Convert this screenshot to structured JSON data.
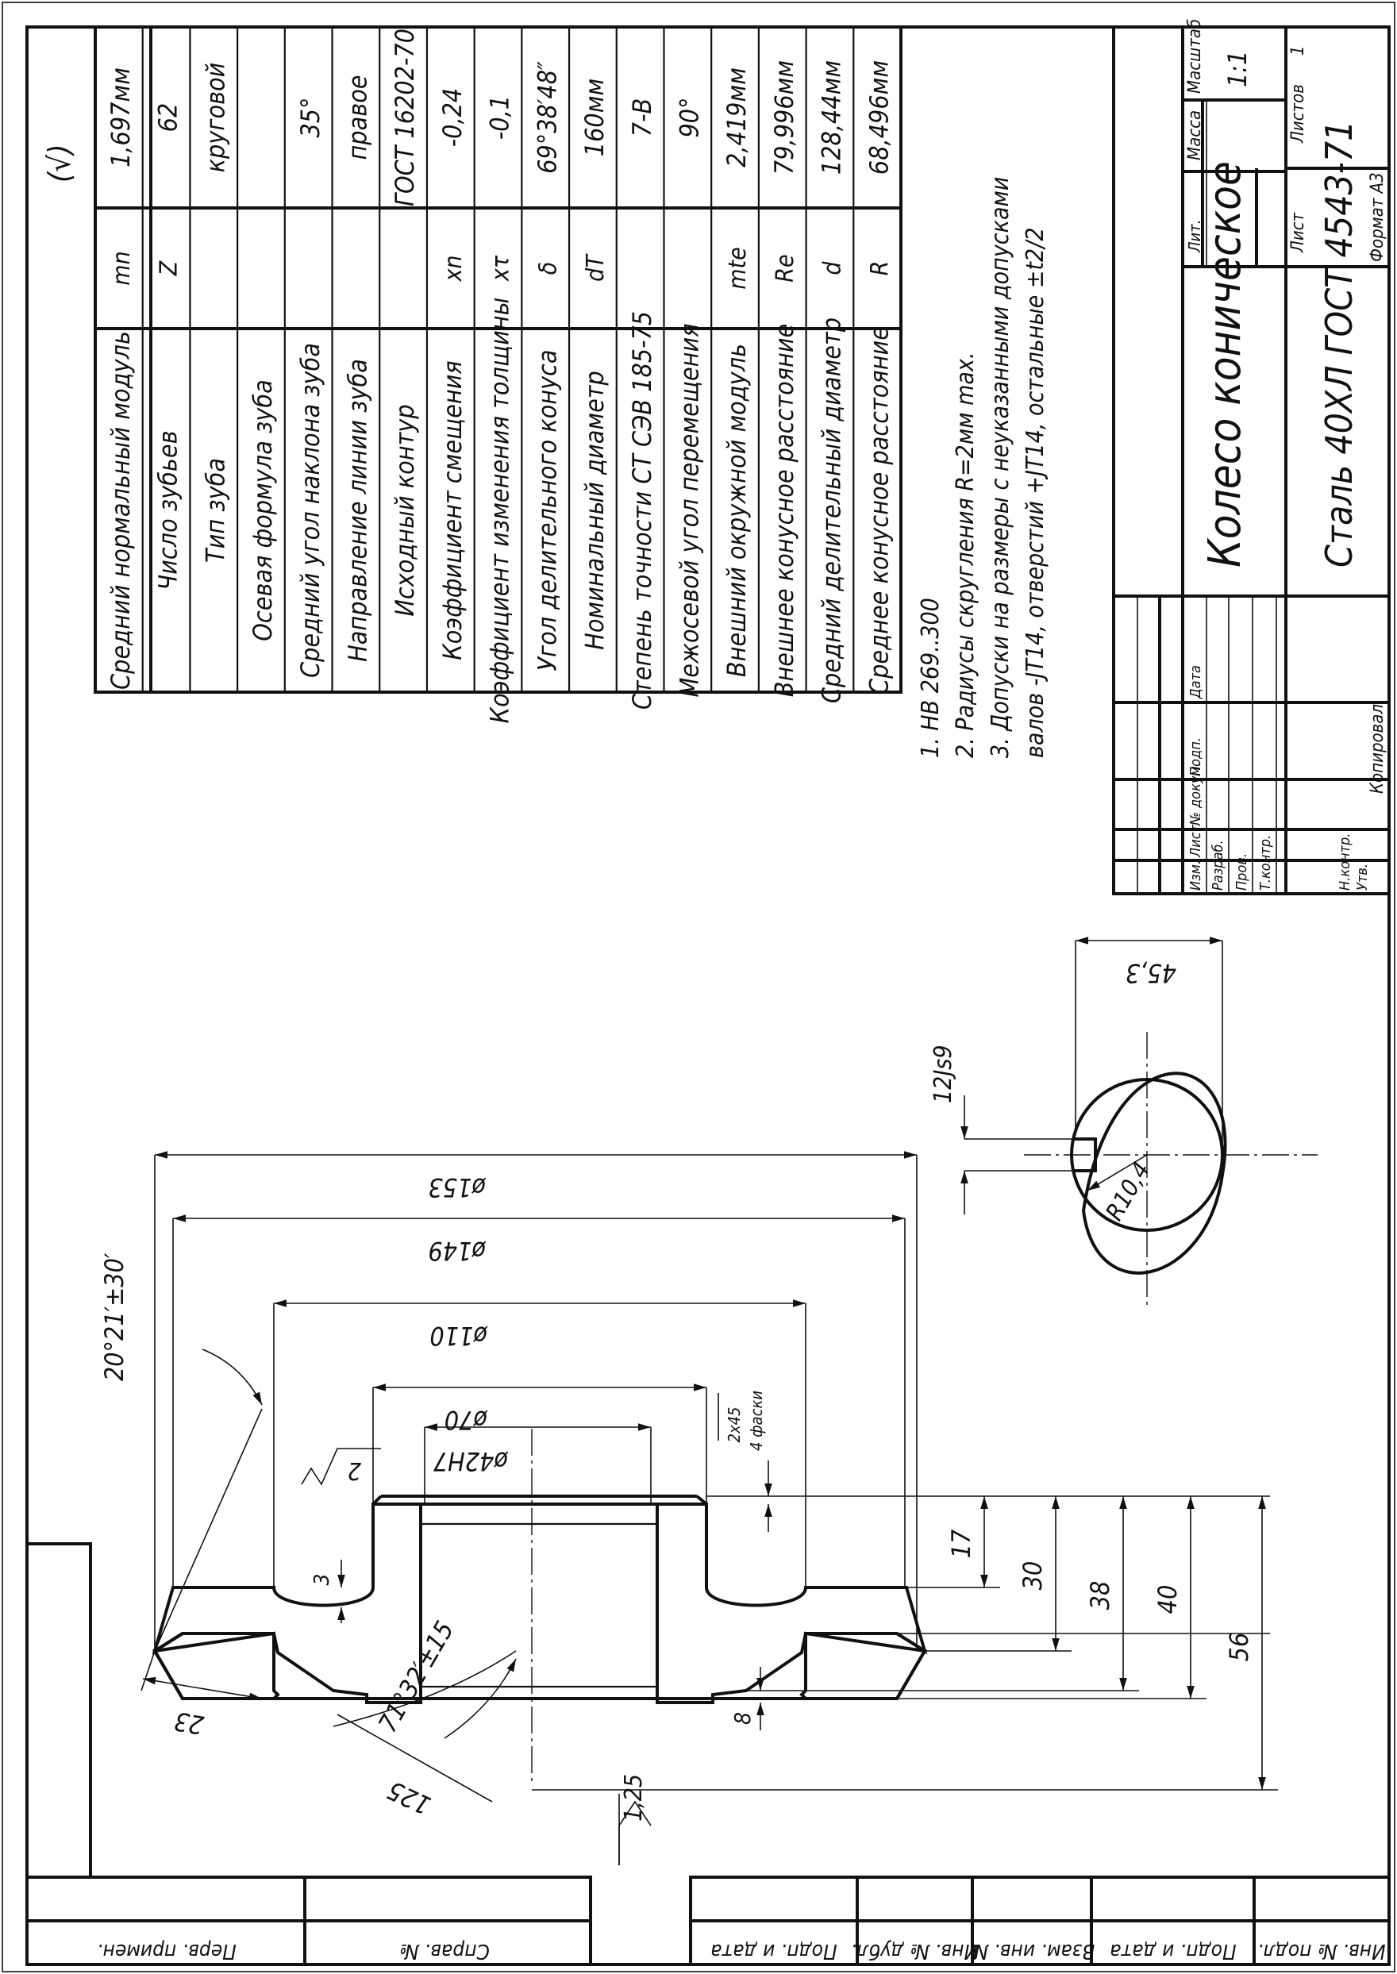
{
  "table": {
    "roughness": "(√)",
    "rows": [
      {
        "name": "Средний нормальный модуль",
        "sym": "mn",
        "val": "1,697мм"
      },
      {
        "name": "Число зубьев",
        "sym": "Z",
        "val": "62"
      },
      {
        "name": "Тип зуба",
        "sym": "",
        "val": "круговой"
      },
      {
        "name": "Осевая формула зуба",
        "sym": "",
        "val": ""
      },
      {
        "name": "Средний угол наклона зуба",
        "sym": "",
        "val": "35°"
      },
      {
        "name": "Направление линии зуба",
        "sym": "",
        "val": "правое"
      },
      {
        "name": "Исходный контур",
        "sym": "",
        "val": "ГОСТ 16202-70"
      },
      {
        "name": "Коэффициент смещения",
        "sym": "xn",
        "val": "-0,24"
      },
      {
        "name": "Коэффициент изменения толщины",
        "sym": "xτ",
        "val": "-0,1"
      },
      {
        "name": "Угол делительного конуса",
        "sym": "δ",
        "val": "69°38′48″"
      },
      {
        "name": "Номинальный диаметр",
        "sym": "dT",
        "val": "160мм"
      },
      {
        "name": "Степень точности СТ СЭВ 185-75",
        "sym": "",
        "val": "7-В"
      },
      {
        "name": "Межосевой угол перемещения",
        "sym": "",
        "val": "90°"
      },
      {
        "name": "Внешний окружной модуль",
        "sym": "mte",
        "val": "2,419мм"
      },
      {
        "name": "Внешнее конусное расстояние",
        "sym": "Re",
        "val": "79,996мм"
      },
      {
        "name": "Средний делительный диаметр",
        "sym": "d",
        "val": "128,44мм"
      },
      {
        "name": "Среднее конусное расстояние",
        "sym": "R",
        "val": "68,496мм"
      }
    ]
  },
  "notes": {
    "n1": "1. HB  269..300",
    "n2": "2. Радиусы скругления R=2мм max.",
    "n3": "3. Допуски на размеры с неуказанными допусками",
    "n4": "валов -JT14, отверстий +JT14, остальные ±t2/2"
  },
  "title_block": {
    "title": "Колесо коническое",
    "material": "Сталь 40ХЛ ГОСТ 4543-71",
    "lit": "Лит.",
    "mass": "Масса",
    "scale_label": "Масштаб",
    "scale": "1:1",
    "sheet": "Лист",
    "sheets": "Листов",
    "sheets_val": "1",
    "izm": "Изм.",
    "list": "Лист",
    "ndoc": "№ докум.",
    "podp": "Подп.",
    "data": "Дата",
    "razrab": "Разраб.",
    "prov": "Пров.",
    "tkontr": "Т.контр.",
    "nkontr": "Н.контр.",
    "utv": "Утв.",
    "copied": "Копировал",
    "format": "Формат   А3"
  },
  "side_block": {
    "perv": "Перв. примен.",
    "sprav": "Справ. №",
    "podp1": "Подп. и дата",
    "inv_dubl": "Инв. № дубл.",
    "vzam": "Взам. инв. №",
    "podp2": "Подп. и дата",
    "inv_podl": "Инв. № подл."
  },
  "dims": {
    "d153": "ø153",
    "d149": "ø149",
    "d110": "ø110",
    "d70": "ø70",
    "d42": "ø42H7",
    "angle1": "20°21′±30′",
    "angle2": "71°32′±15",
    "rough2": "2",
    "d3": "3",
    "d23": "23",
    "d125": "125",
    "rough125": "1,25",
    "chamfer1": "2x45",
    "chamfer2": "4 фаски",
    "h17": "17",
    "h30": "30",
    "h38": "38",
    "h40": "40",
    "h56": "56",
    "h8": "8",
    "key": "12Js9",
    "r104": "R10,4",
    "w453": "45,3"
  }
}
